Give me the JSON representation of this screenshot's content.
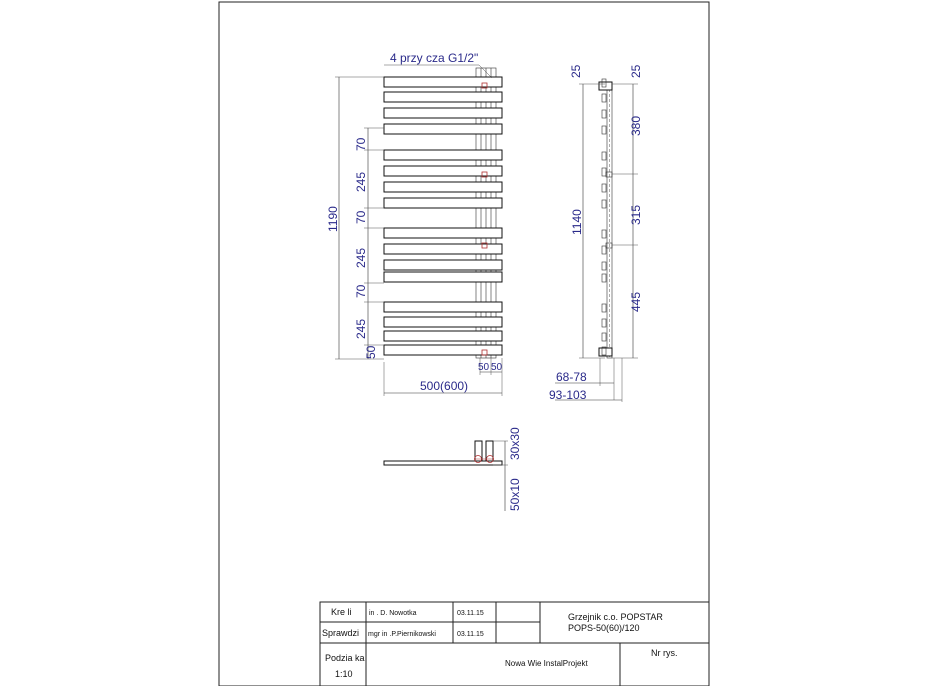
{
  "front_view": {
    "connection_note": "4 przy   cza G1/2\"",
    "dim_total_height": "1190",
    "dim_gap_1": "70",
    "dim_section_1": "245",
    "dim_gap_2": "70",
    "dim_section_2": "245",
    "dim_gap_3": "70",
    "dim_section_3": "245",
    "dim_bottom": "50",
    "dim_right_50a": "50",
    "dim_right_50b": "50",
    "dim_width": "500(600)"
  },
  "side_view": {
    "dim_top_left": "25",
    "dim_top_right": "25",
    "dim_height": "1140",
    "dim_upper": "380",
    "dim_middle": "315",
    "dim_lower": "445",
    "dim_depth_1": "68-78",
    "dim_depth_2": "93-103"
  },
  "top_view": {
    "dim_profile": "30x30",
    "dim_bar": "50x10"
  },
  "title_block": {
    "drawn_label": "Kre li",
    "drawn_name": "in . D. Nowotka",
    "drawn_date": "03.11.15",
    "checked_label": "Sprawdzi",
    "checked_name": "mgr in  .P.Piernikowski",
    "checked_date": "03.11.15",
    "scale_label": "Podzia ka",
    "scale_value": "1:10",
    "title_line_1": "Grzejnik c.o. POPSTAR",
    "title_line_2": "POPS-50(60)/120",
    "company": "Nowa Wie   InstalProjekt",
    "drawing_no_label": "Nr rys."
  }
}
